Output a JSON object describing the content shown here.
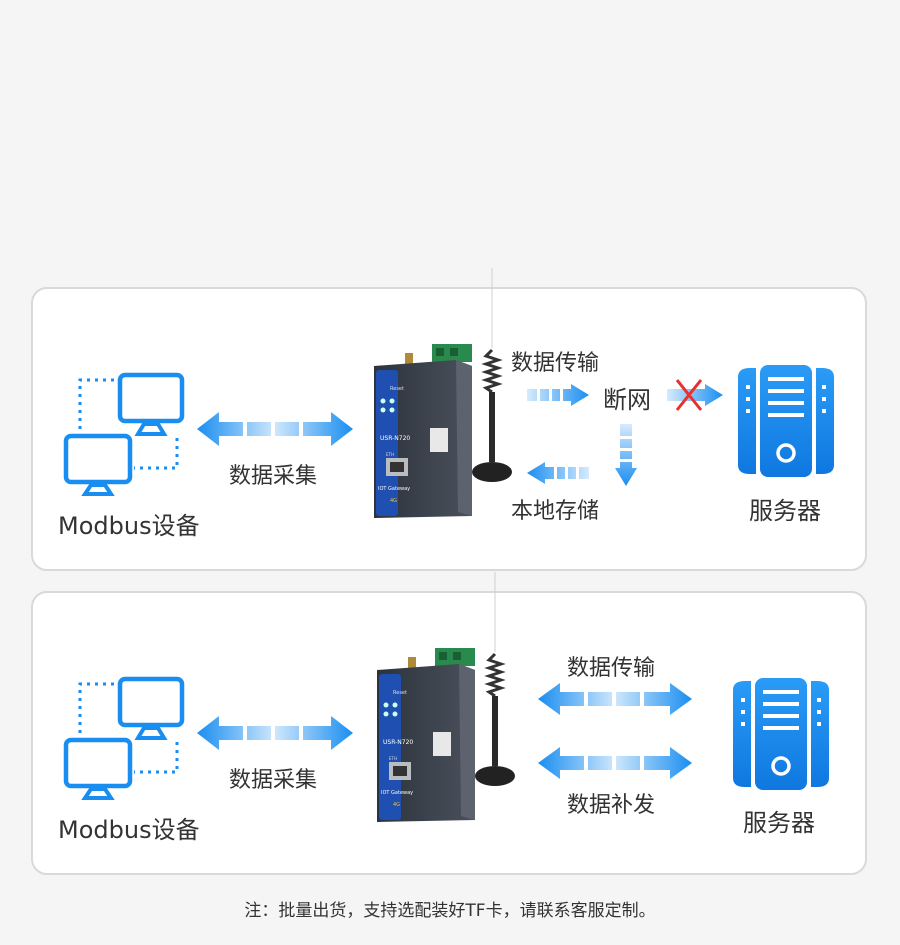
{
  "colors": {
    "accent": "#1a8ef0",
    "cross": "#e8302c",
    "panel_border": "#d9d9d9",
    "text": "#333333"
  },
  "panel_top": {
    "device_label": "Modbus设备",
    "collect_label": "数据采集",
    "transmit_label": "数据传输",
    "network_break_label": "断网",
    "local_storage_label": "本地存储",
    "server_label": "服务器",
    "gateway": {
      "model": "USR-N720",
      "reset": "Reset",
      "eth": "ETH",
      "brand": "IOT Gateway",
      "badge": "4G"
    }
  },
  "panel_bottom": {
    "device_label": "Modbus设备",
    "collect_label": "数据采集",
    "transmit_label": "数据传输",
    "resend_label": "数据补发",
    "server_label": "服务器",
    "gateway": {
      "model": "USR-N720",
      "reset": "Reset",
      "eth": "ETH",
      "brand": "IOT Gateway",
      "badge": "4G"
    }
  },
  "footnote": "注：批量出货，支持选配装好TF卡，请联系客服定制。"
}
